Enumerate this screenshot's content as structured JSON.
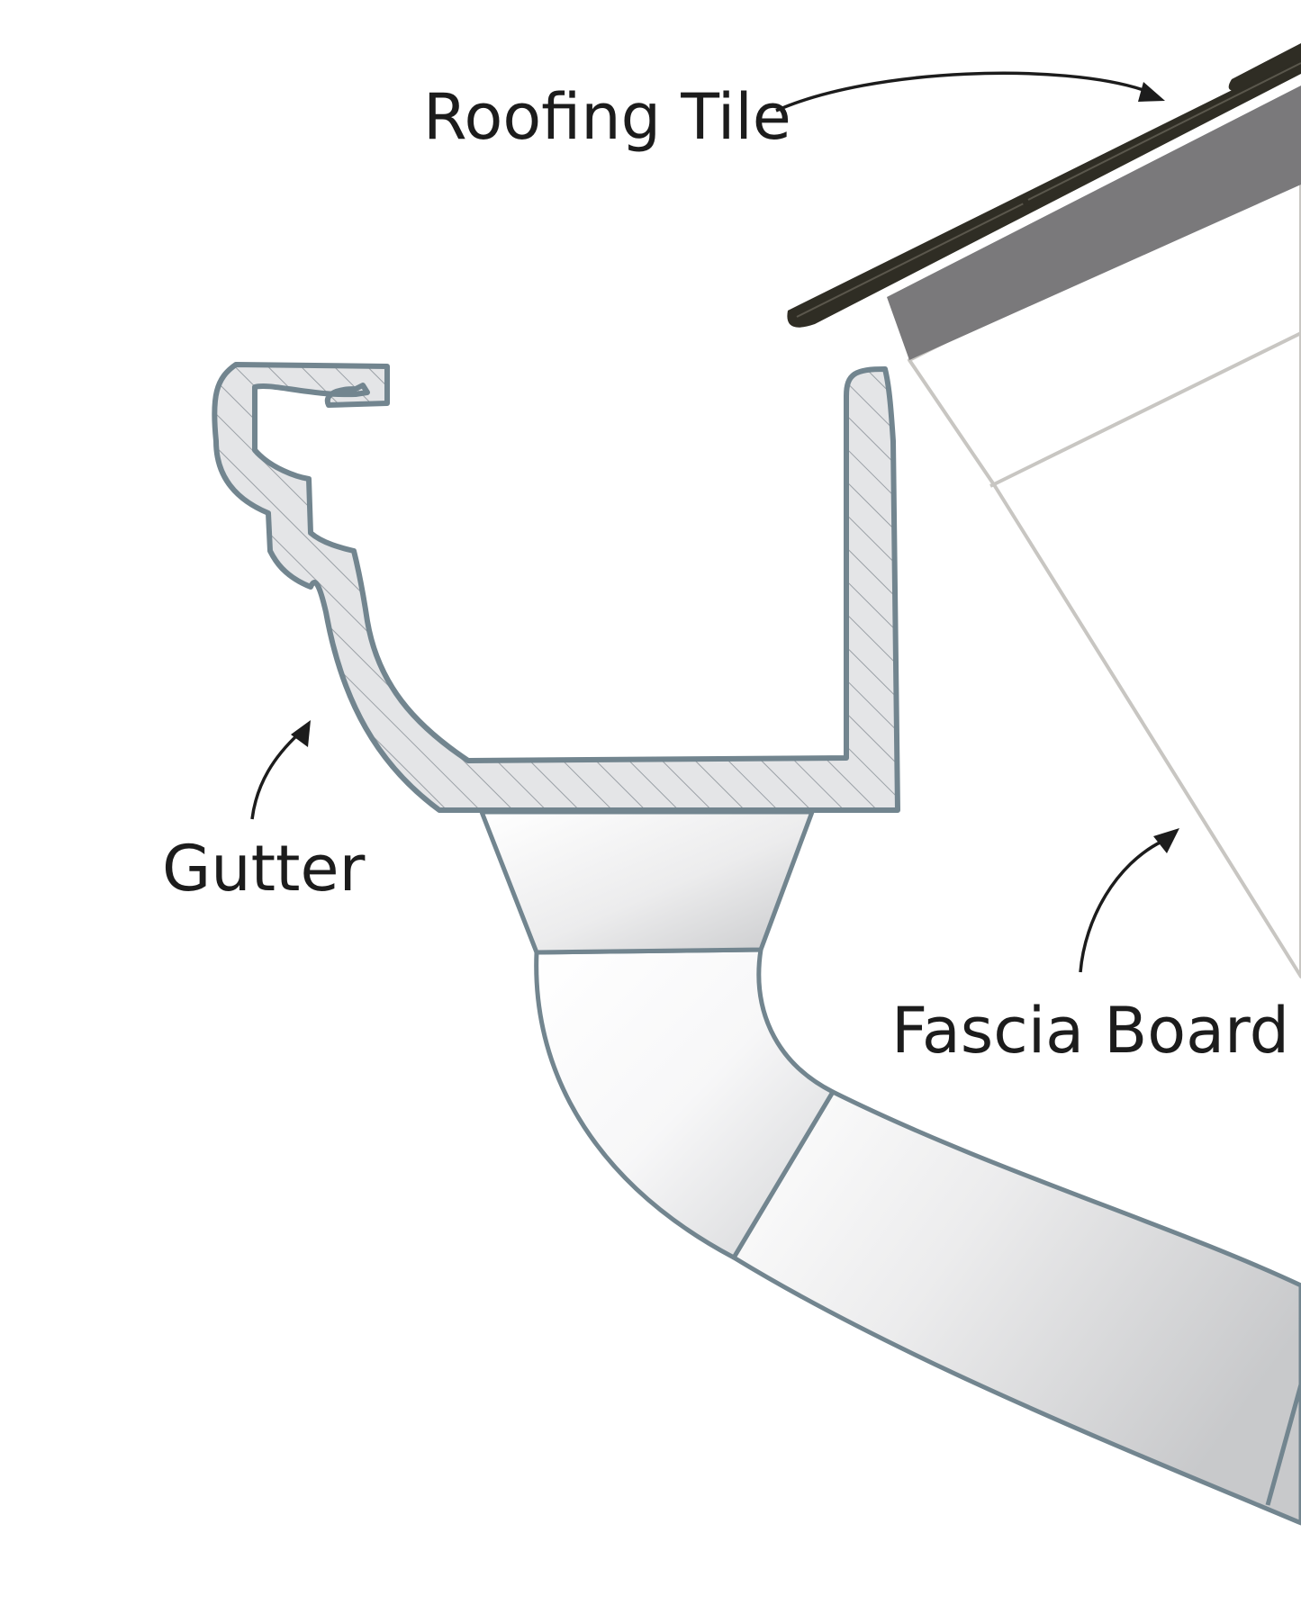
{
  "labels": {
    "roofing_tile": "Roofing Tile",
    "gutter": "Gutter",
    "fascia_board": "Fascia Board"
  },
  "colors": {
    "gutter_outline": "#72858f",
    "gutter_fill": "#e2e3e5",
    "hatch": "#9aa0a6",
    "shingle": "#2f2d24",
    "roof_deck": "#7a797b",
    "fascia_outline": "#c8c6c2",
    "arrow": "#1c1c1c",
    "pipe_shade": "#cfd0d2"
  }
}
